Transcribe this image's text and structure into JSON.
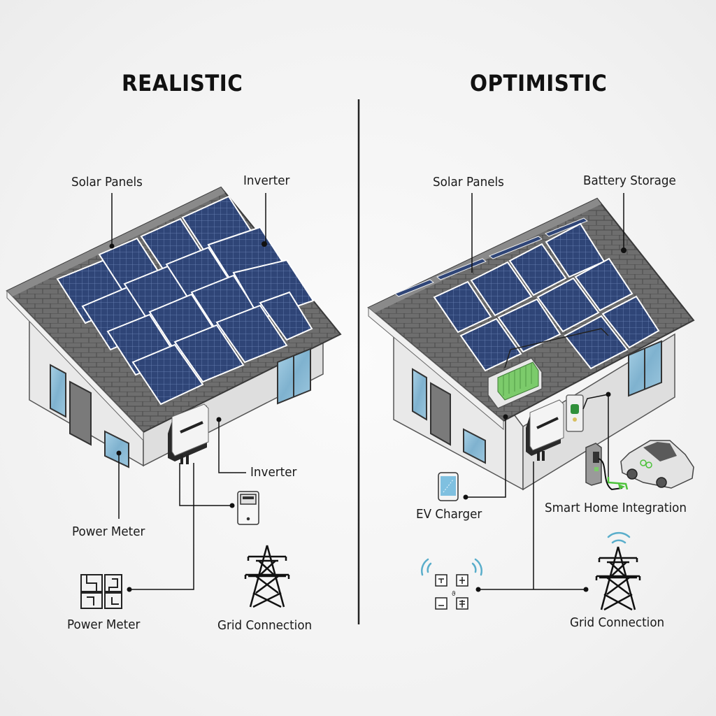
{
  "diagram": {
    "type": "side-by-side comparison",
    "divider_color": "#222222"
  },
  "left": {
    "title": "REALISTIC",
    "labels": {
      "solar_panels": "Solar Panels",
      "inverter_top": "Inverter",
      "inverter_side": "Inverter",
      "power_meter_mid": "Power Meter",
      "power_meter_bottom": "Power Meter",
      "grid_connection": "Grid Connection"
    },
    "panel_grid": {
      "rows": 4,
      "cols": 4,
      "count": 16
    },
    "icons": [
      "solar-panel-array",
      "inverter",
      "electric-meter",
      "power-meter-symbol",
      "transmission-tower"
    ]
  },
  "right": {
    "title": "OPTIMISTIC",
    "labels": {
      "solar_panels": "Solar Panels",
      "battery_storage": "Battery Storage",
      "ev_charger": "EV Charger",
      "smart_home": "Smart Home Integration",
      "grid_connection": "Grid Connection"
    },
    "panel_grid": {
      "rows": 3,
      "cols": 4,
      "count": 12
    },
    "icons": [
      "solar-panel-array",
      "battery-pack",
      "inverter",
      "smart-controller",
      "ev-charging-station",
      "electric-car",
      "tablet",
      "smart-home-hub",
      "wifi-signal",
      "transmission-tower"
    ]
  },
  "colors": {
    "panel_blue": "#2f4577",
    "panel_grid_line": "#6f86b8",
    "roof_gray": "#6b6b6b",
    "wall": "#e6e6e6",
    "window_blue": "#8fbcd6",
    "battery_green": "#7ccb6b",
    "wifi_blue": "#5aaecb",
    "cable_green": "#4cc23a"
  }
}
